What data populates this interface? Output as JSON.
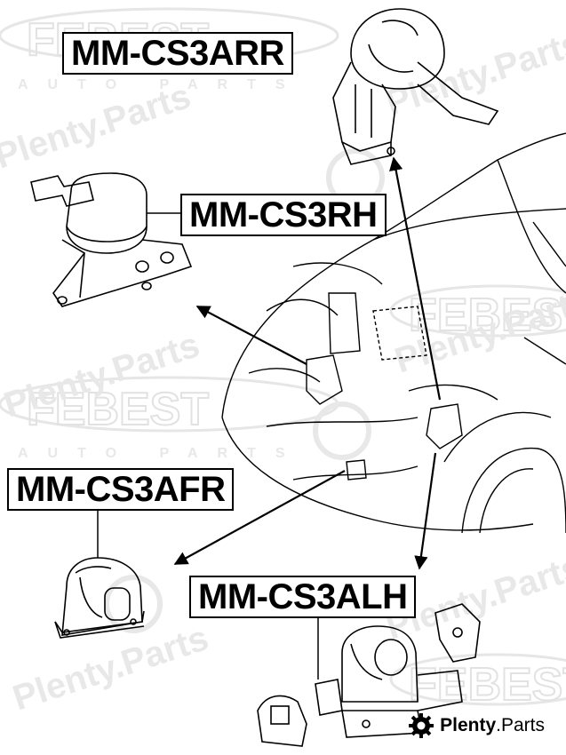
{
  "labels": {
    "rear_mount": "MM-CS3ARR",
    "right_mount": "MM-CS3RH",
    "front_mount": "MM-CS3AFR",
    "left_mount": "MM-CS3ALH"
  },
  "brand": {
    "name": "Plenty",
    "domain": ".Parts",
    "icon": "gear-icon"
  },
  "watermarks": {
    "brand_logo": "FEBEST",
    "brand_tagline": "AUTO PARTS",
    "site": "Plenty.Parts"
  },
  "colors": {
    "line": "#000000",
    "watermark": "#e4e4e4",
    "background": "#ffffff"
  }
}
